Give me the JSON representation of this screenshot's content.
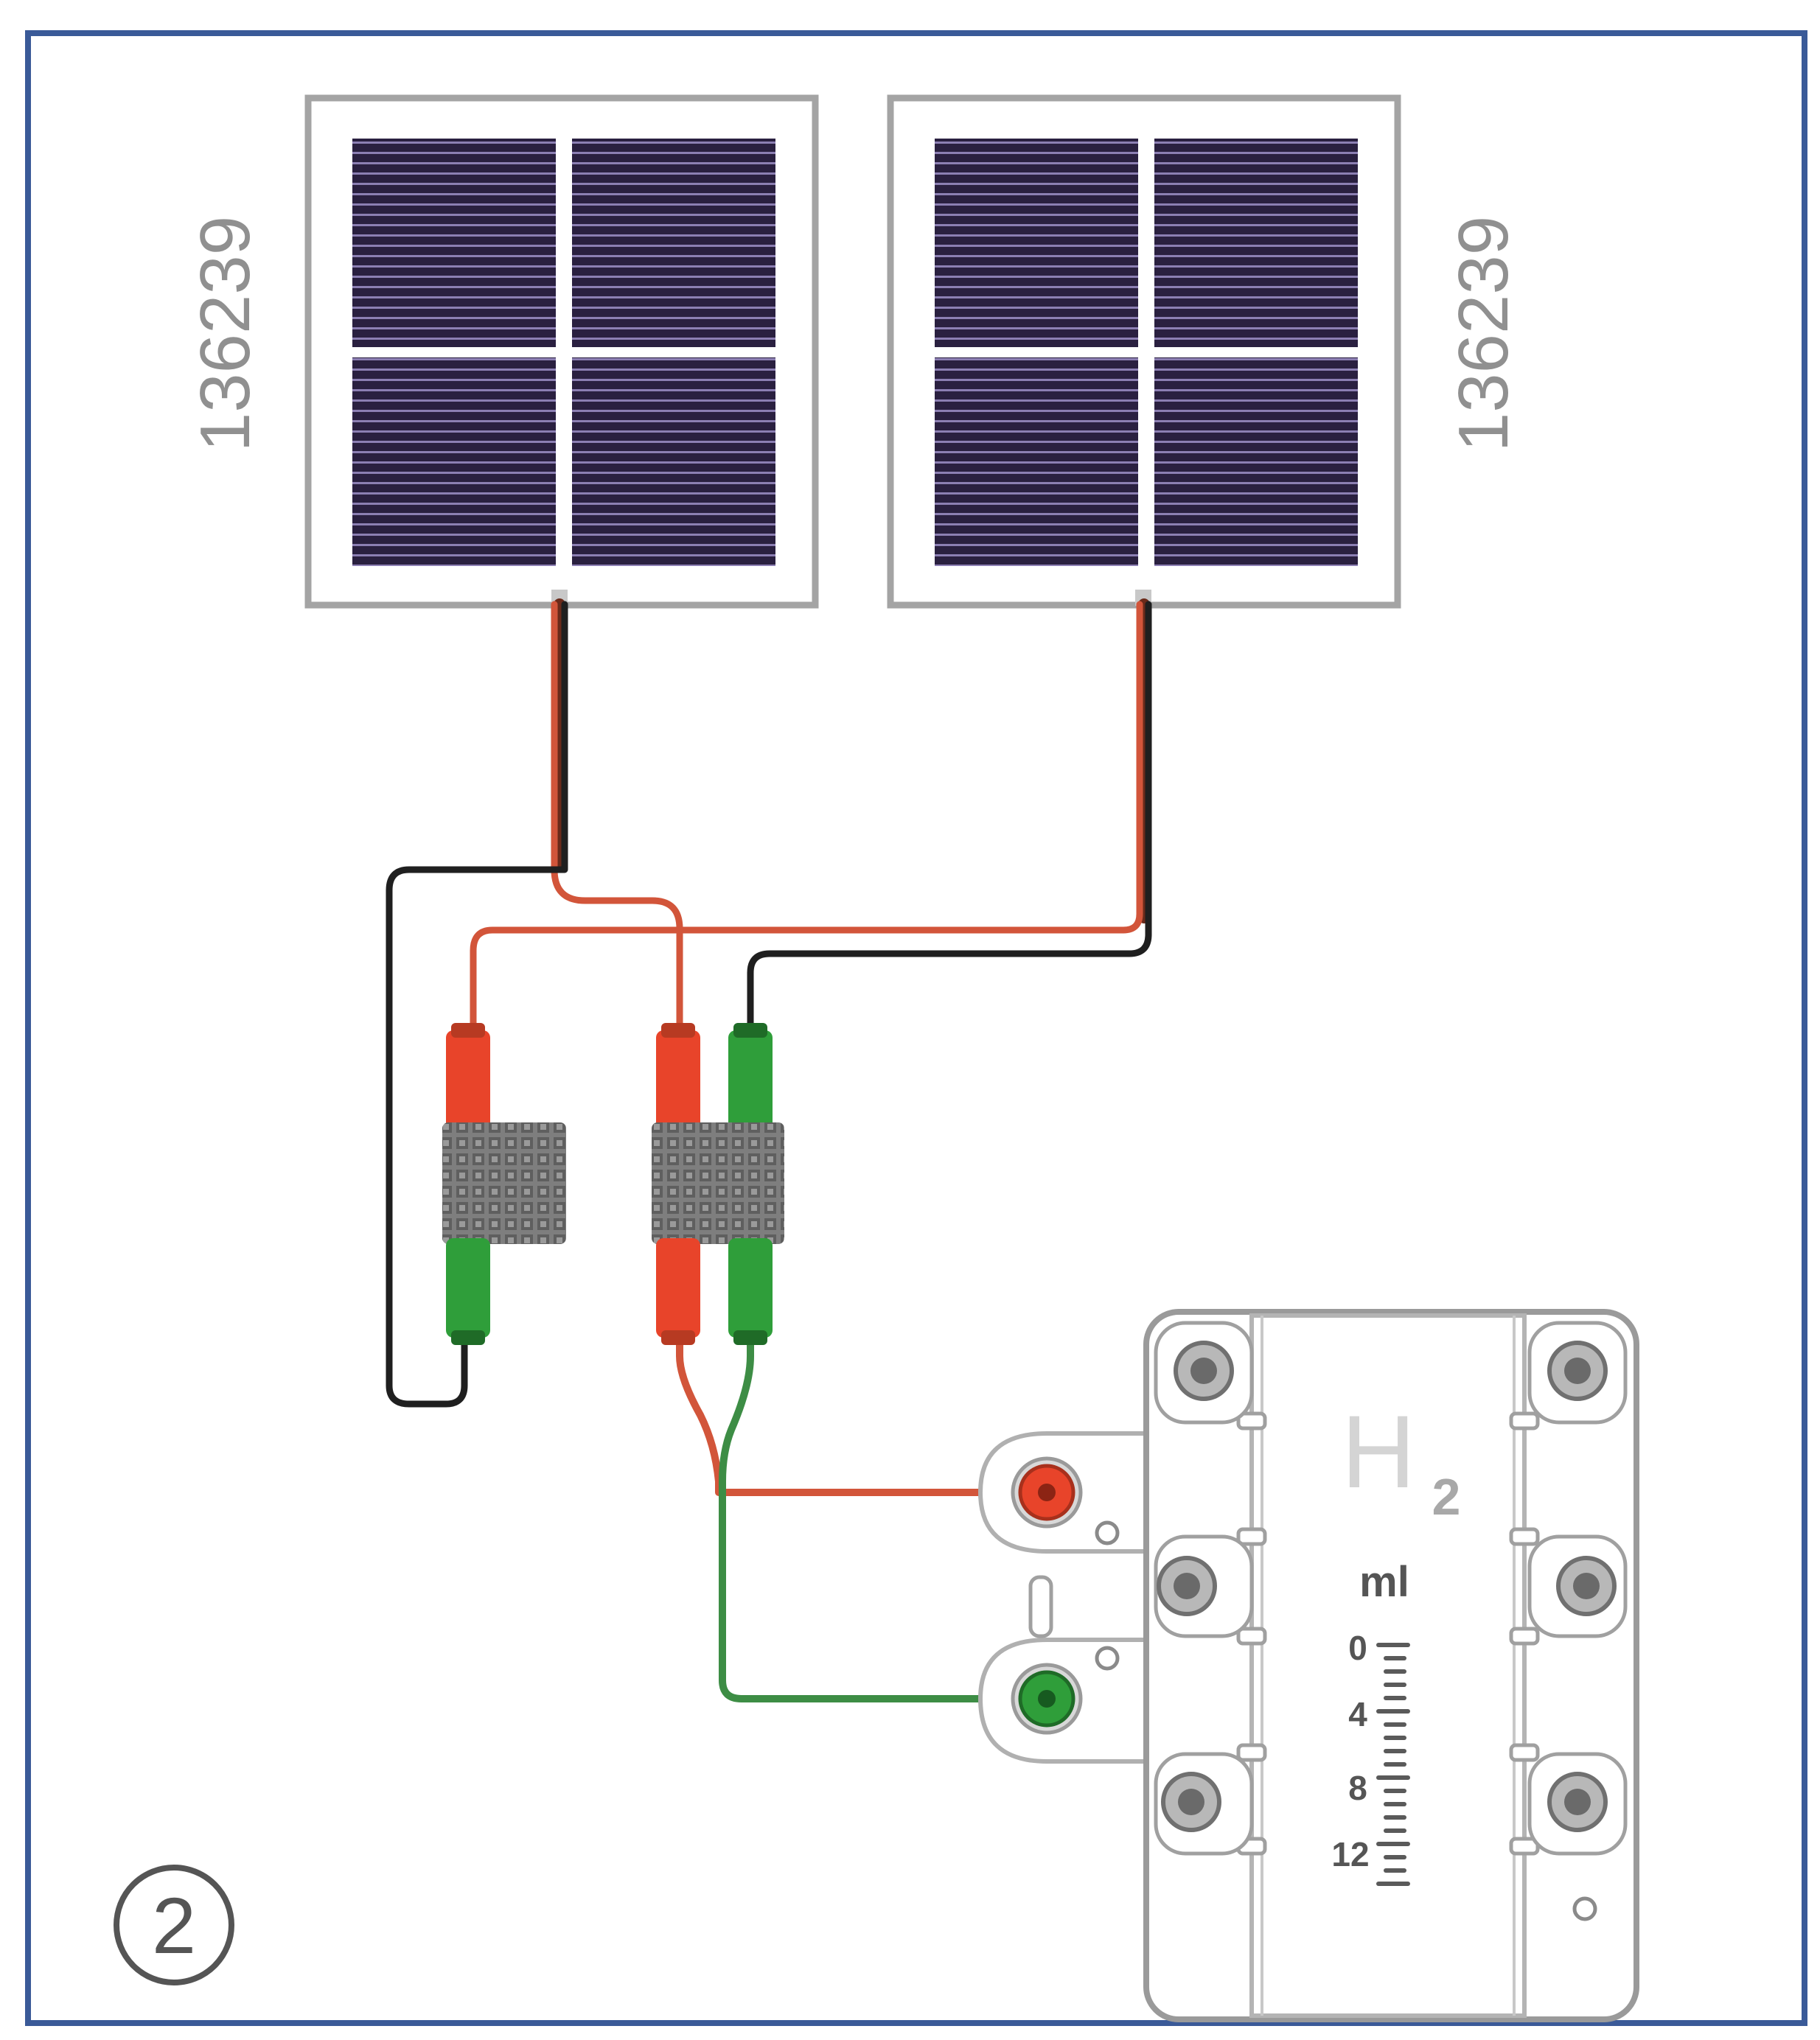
{
  "step_marker": "2",
  "panels": [
    {
      "part_number": "136239"
    },
    {
      "part_number": "136239"
    }
  ],
  "electrolyzer": {
    "gas_symbol": "H",
    "gas_subscript": "2",
    "unit": "ml",
    "scale_labels": [
      "0",
      "4",
      "8",
      "12"
    ]
  },
  "colors": {
    "frame_border": "#3a5a98",
    "solar_cell": "#2a2040",
    "wire_red": "#d2553a",
    "wire_black": "#1f1f1f",
    "plug_red": "#e8442a",
    "plug_green": "#2f9e3a",
    "wire_green": "#3d8d45",
    "connector_gray": "#7e7e7e",
    "device_outline": "#9a9a9a"
  }
}
